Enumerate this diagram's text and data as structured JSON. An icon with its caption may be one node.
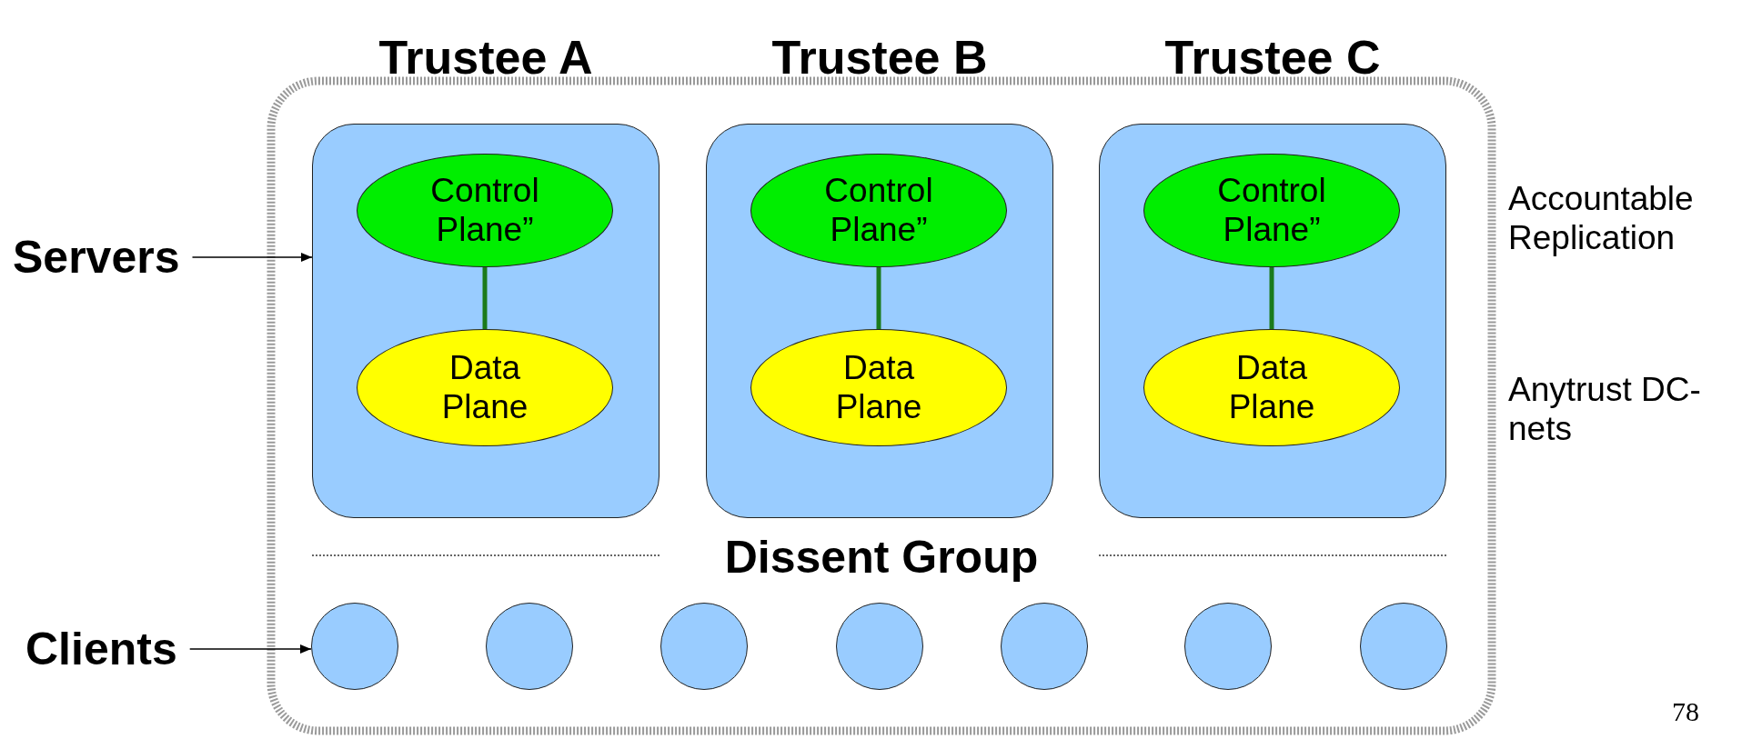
{
  "diagram": {
    "nodes": [
      {
        "text": [
          "Dissent Group"
        ]
      },
      {
        "text": [
          "Trustee A"
        ],
        "in": 0
      },
      {
        "text": [
          "Control Plane”"
        ],
        "in": 1
      },
      {
        "text": [
          "Data Plane"
        ],
        "in": 1
      },
      {
        "text": [
          "Trustee B"
        ],
        "in": 0
      },
      {
        "text": [
          "Control Plane”"
        ],
        "in": 4
      },
      {
        "text": [
          "Data Plane"
        ],
        "in": 4
      },
      {
        "text": [
          "Trustee C"
        ],
        "in": 0
      },
      {
        "text": [
          "Control Plane”"
        ],
        "in": 7
      },
      {
        "text": [
          "Data Plane"
        ],
        "in": 7
      },
      {
        "text": [],
        "shape": "circle",
        "in": 0
      },
      {
        "text": [],
        "shape": "circle",
        "in": 0
      },
      {
        "text": [],
        "shape": "circle",
        "in": 0
      },
      {
        "text": [],
        "shape": "circle",
        "in": 0
      },
      {
        "text": [],
        "shape": "circle",
        "in": 0
      },
      {
        "text": [],
        "shape": "circle",
        "in": 0
      },
      {
        "text": [],
        "shape": "circle",
        "in": 0
      },
      {
        "text": [
          "Servers"
        ]
      },
      {
        "text": [
          "Clients"
        ]
      }
    ],
    "edges": [
      {
        "from": 2,
        "to": 3,
        "arrow": "none"
      },
      {
        "from": 5,
        "to": 6,
        "arrow": "none"
      },
      {
        "from": 8,
        "to": 9,
        "arrow": "none"
      },
      {
        "from": 17,
        "to": 1,
        "arrow": "to",
        "color": "#000000"
      },
      {
        "from": 18,
        "to": 10,
        "arrow": "to",
        "color": "#000000"
      }
    ],
    "labels": [
      "Accountable Replication",
      "Anytrust DC-nets",
      "78"
    ]
  }
}
